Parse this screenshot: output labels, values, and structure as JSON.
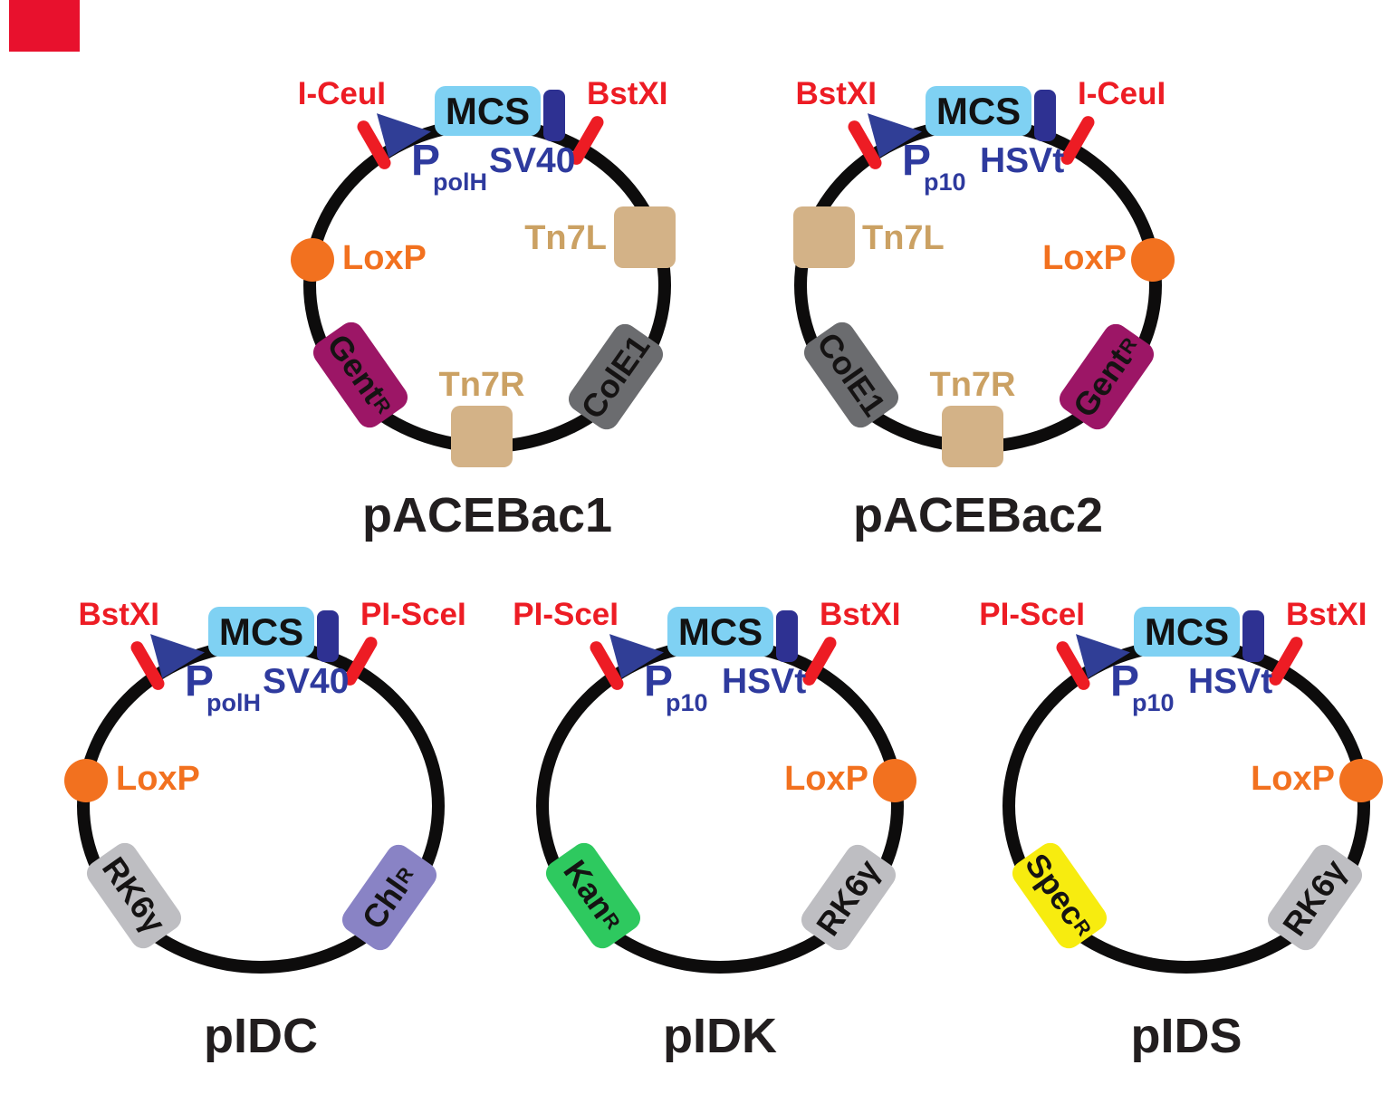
{
  "figure": {
    "background": "#ffffff"
  },
  "decor": {
    "red_square_color": "#e8112d"
  },
  "colors": {
    "ring": "#0d0c0c",
    "site_red": "#ed1c24",
    "mcs_fill": "#7fd1f3",
    "navy_block": "#2e3192",
    "navy_triangle": "#303e96",
    "navy_text": "#2e3a9e",
    "orange": "#f2711f",
    "tan_fill": "#d3b287",
    "tan_text": "#cba163",
    "gray_dark": "#6b6c6f",
    "gray_light": "#bebec2",
    "magenta": "#9c1666",
    "purple": "#8983c5",
    "green": "#2ec95f",
    "yellow": "#f7ec0f",
    "name_text": "#221e1f"
  },
  "plasmids": [
    {
      "name": "pACEBac1",
      "site_left": "I-CeuI",
      "site_right": "BstXI",
      "mcs": "MCS",
      "promoter": "P",
      "promoter_sub": "polH",
      "terminator": "SV40",
      "loxp": "LoxP",
      "loxp_side": "left",
      "squares": [
        {
          "label": "Tn7L",
          "slot": "right-top"
        },
        {
          "label": "Tn7R",
          "slot": "bottom"
        }
      ],
      "genes": [
        {
          "text": "Gent",
          "sup": "R",
          "slot": "left-mid",
          "color_key": "magenta"
        },
        {
          "text": "ColE1",
          "sup": "",
          "slot": "right-mid",
          "color_key": "gray_dark"
        }
      ]
    },
    {
      "name": "pACEBac2",
      "site_left": "BstXI",
      "site_right": "I-CeuI",
      "mcs": "MCS",
      "promoter": "P",
      "promoter_sub": "p10",
      "terminator": "HSVt",
      "loxp": "LoxP",
      "loxp_side": "right",
      "squares": [
        {
          "label": "Tn7L",
          "slot": "left-top"
        },
        {
          "label": "Tn7R",
          "slot": "bottom"
        }
      ],
      "genes": [
        {
          "text": "ColE1",
          "sup": "",
          "slot": "left-mid",
          "color_key": "gray_dark"
        },
        {
          "text": "Gent",
          "sup": "R",
          "slot": "right-mid",
          "color_key": "magenta"
        }
      ]
    },
    {
      "name": "pIDC",
      "site_left": "BstXI",
      "site_right": "PI-SceI",
      "mcs": "MCS",
      "promoter": "P",
      "promoter_sub": "polH",
      "terminator": "SV40",
      "loxp": "LoxP",
      "loxp_side": "left",
      "squares": [],
      "genes": [
        {
          "text": "RK6γ",
          "sup": "",
          "slot": "left-mid",
          "color_key": "gray_light"
        },
        {
          "text": "Chl",
          "sup": "R",
          "slot": "right-mid",
          "color_key": "purple"
        }
      ]
    },
    {
      "name": "pIDK",
      "site_left": "PI-SceI",
      "site_right": "BstXI",
      "mcs": "MCS",
      "promoter": "P",
      "promoter_sub": "p10",
      "terminator": "HSVt",
      "loxp": "LoxP",
      "loxp_side": "right",
      "squares": [],
      "genes": [
        {
          "text": "Kan",
          "sup": "R",
          "slot": "left-mid",
          "color_key": "green"
        },
        {
          "text": "RK6γ",
          "sup": "",
          "slot": "right-mid",
          "color_key": "gray_light"
        }
      ]
    },
    {
      "name": "pIDS",
      "site_left": "PI-SceI",
      "site_right": "BstXI",
      "mcs": "MCS",
      "promoter": "P",
      "promoter_sub": "p10",
      "terminator": "HSVt",
      "loxp": "LoxP",
      "loxp_side": "right",
      "squares": [],
      "genes": [
        {
          "text": "Spec",
          "sup": "R",
          "slot": "left-mid",
          "color_key": "yellow"
        },
        {
          "text": "RK6γ",
          "sup": "",
          "slot": "right-mid",
          "color_key": "gray_light"
        }
      ]
    }
  ]
}
